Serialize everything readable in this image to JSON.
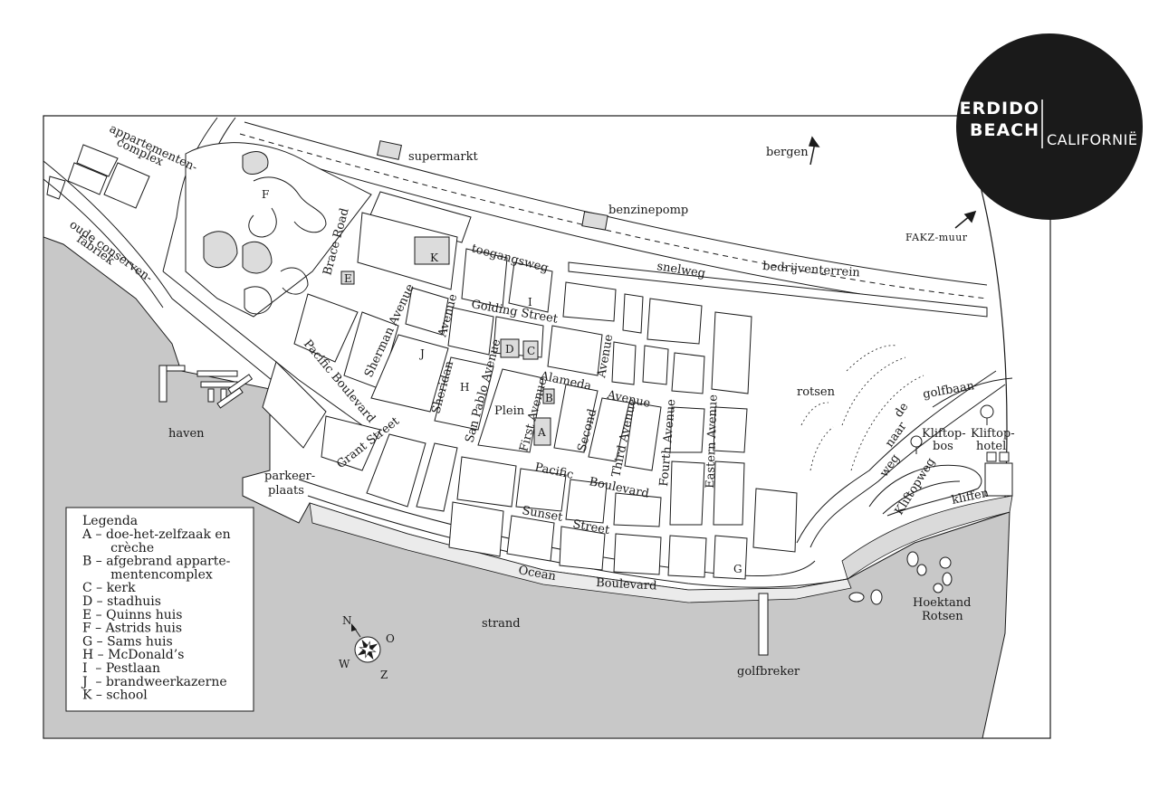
{
  "badge": {
    "line1": "PERDIDO",
    "line2": "BEACH",
    "line3": "CALIFORNIË"
  },
  "places": {
    "supermarkt": "supermarkt",
    "benzinepomp": "benzinepomp",
    "bergen": "bergen",
    "fakz_muur": "FAKZ-muur",
    "bedrijventerrein": "bedrijventerrein",
    "snelweg": "snelweg",
    "toegangsweg": "toegangsweg",
    "appartementen1": "appartementen-",
    "appartementen2": "complex",
    "conserven1": "oude conserven-",
    "conserven2": "fabriek",
    "haven": "haven",
    "parkeer1": "parkeer-",
    "parkeer2": "plaats",
    "plein": "Plein",
    "strand": "strand",
    "golfbreker": "golfbreker",
    "rotsen": "rotsen",
    "hoektand1": "Hoektand",
    "hoektand2": "Rotsen",
    "kliffen": "kliffen",
    "kliftopbos1": "Kliftop-",
    "kliftopbos2": "bos",
    "kliftophotel1": "Kliftop-",
    "kliftophotel2": "hotel",
    "golfbaan": "golfbaan",
    "de": "de",
    "naar": "naar",
    "weg": "weg",
    "kliftopweg": "Kliftopweg"
  },
  "streets": {
    "brace_road": "Brace Road",
    "golding_street": "Golding Street",
    "sherman_avenue": "Sherman Avenue",
    "pacific_boulevard_w": "Pacific Boulevard",
    "sheridan": "Sheridan",
    "avenue_sheridan": "Avenue",
    "san_pablo_avenue": "San Pablo Avenue",
    "alameda": "Alameda",
    "avenue_alameda": "Avenue",
    "first_avenue": "First Avenue",
    "second": "Second",
    "avenue_second": "Avenue",
    "third_avenue": "Third Avenue",
    "fourth_avenue": "Fourth Avenue",
    "eastern_avenue": "Eastern Avenue",
    "grant_street": "Grant Street",
    "pacific": "Pacific",
    "boulevard_e": "Boulevard",
    "sunset": "Sunset",
    "street_sunset": "Street",
    "ocean": "Ocean",
    "boulevard_ocean": "Boulevard"
  },
  "markers": {
    "A": "A",
    "B": "B",
    "C": "C",
    "D": "D",
    "E": "E",
    "F": "F",
    "G": "G",
    "H": "H",
    "I": "I",
    "J": "J",
    "K": "K"
  },
  "compass": {
    "n": "N",
    "o": "O",
    "z": "Z",
    "w": "W"
  },
  "legend": {
    "title": "Legenda",
    "lines": [
      "A – doe-het-zelfzaak en",
      "       crèche",
      "B – afgebrand apparte-",
      "       mentencomplex",
      "C – kerk",
      "D – stadhuis",
      "E – Quinns huis",
      "F – Astrids huis",
      "G – Sams huis",
      "H – McDonald’s",
      "I  – Pestlaan",
      "J  – brandweerkazerne",
      "K – school"
    ]
  },
  "colors": {
    "water": "#c8c8c8",
    "sand": "#ebebeb",
    "block_fill": "#ffffff",
    "marked_fill": "#dcdcdc",
    "badge": "#1a1a1a",
    "ink": "#1a1a1a"
  }
}
